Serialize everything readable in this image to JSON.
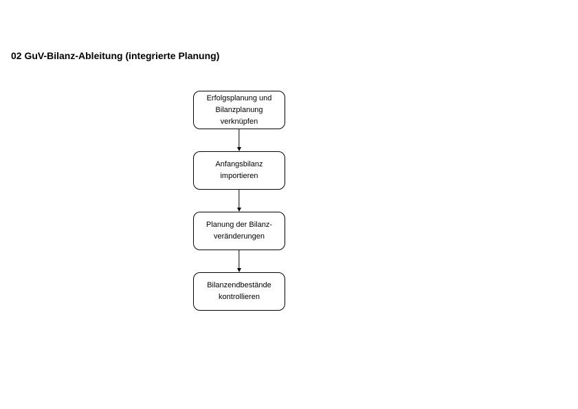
{
  "page": {
    "title": "02 GuV-Bilanz-Ableitung (integrierte Planung)",
    "background_color": "#ffffff",
    "text_color": "#000000"
  },
  "flowchart": {
    "type": "vertical-flow",
    "box_border_color": "#000000",
    "box_fill_color": "#ffffff",
    "arrow_color": "#000000",
    "steps": [
      {
        "lines": [
          "Erfolgsplanung und",
          "Bilanzplanung",
          "verknüpfen"
        ]
      },
      {
        "lines": [
          "Anfangsbilanz",
          "importieren"
        ]
      },
      {
        "lines": [
          "Planung der Bilanz-",
          "veränderungen"
        ]
      },
      {
        "lines": [
          "Bilanzendbestände",
          "kontrollieren"
        ]
      }
    ]
  }
}
